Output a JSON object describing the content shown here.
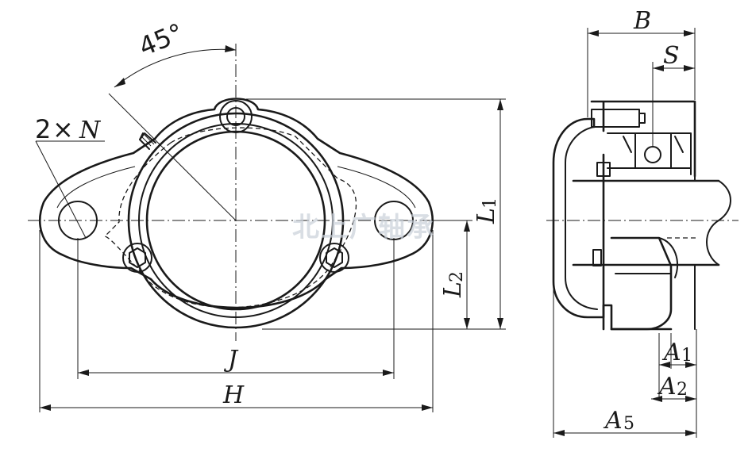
{
  "labels": {
    "angle": "45°",
    "bolt_count": "2",
    "times_sign": "×",
    "bolt_hole": "N",
    "J": "J",
    "H": "H",
    "L1_main": "L",
    "L1_sub": "1",
    "L2_main": "L",
    "L2_sub": "2",
    "B": "B",
    "S": "S",
    "A1_main": "A",
    "A1_sub": "1",
    "A2_main": "A",
    "A2_sub": "2",
    "A5_main": "A",
    "A5_sub": "5"
  },
  "watermark": "北上广轴承",
  "colors": {
    "line": "#1a1a1a",
    "background": "#ffffff",
    "watermark": "#c9d1da"
  }
}
